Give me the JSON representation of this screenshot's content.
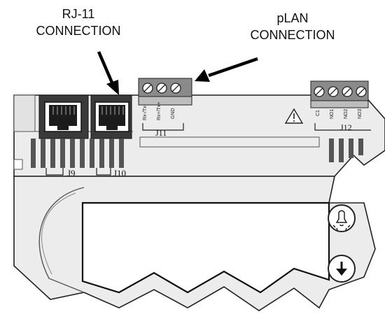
{
  "annotations": {
    "rj11": {
      "line1": "RJ-11",
      "line2": "CONNECTION"
    },
    "plan": {
      "line1": "pLAN",
      "line2": "CONNECTION"
    }
  },
  "terminals": {
    "j11": {
      "label": "J11",
      "pins": [
        "Rx-/Tx-",
        "Rx+/Tx+",
        "GND"
      ]
    },
    "j12": {
      "label": "J12",
      "pins": [
        "C1",
        "NO1",
        "NO2",
        "NO3"
      ]
    }
  },
  "ports": {
    "j9": {
      "label": "J9"
    },
    "j10": {
      "label": "J10"
    }
  },
  "icons": [
    "warning-triangle-icon",
    "alarm-bell-icon",
    "down-arrow-icon"
  ]
}
